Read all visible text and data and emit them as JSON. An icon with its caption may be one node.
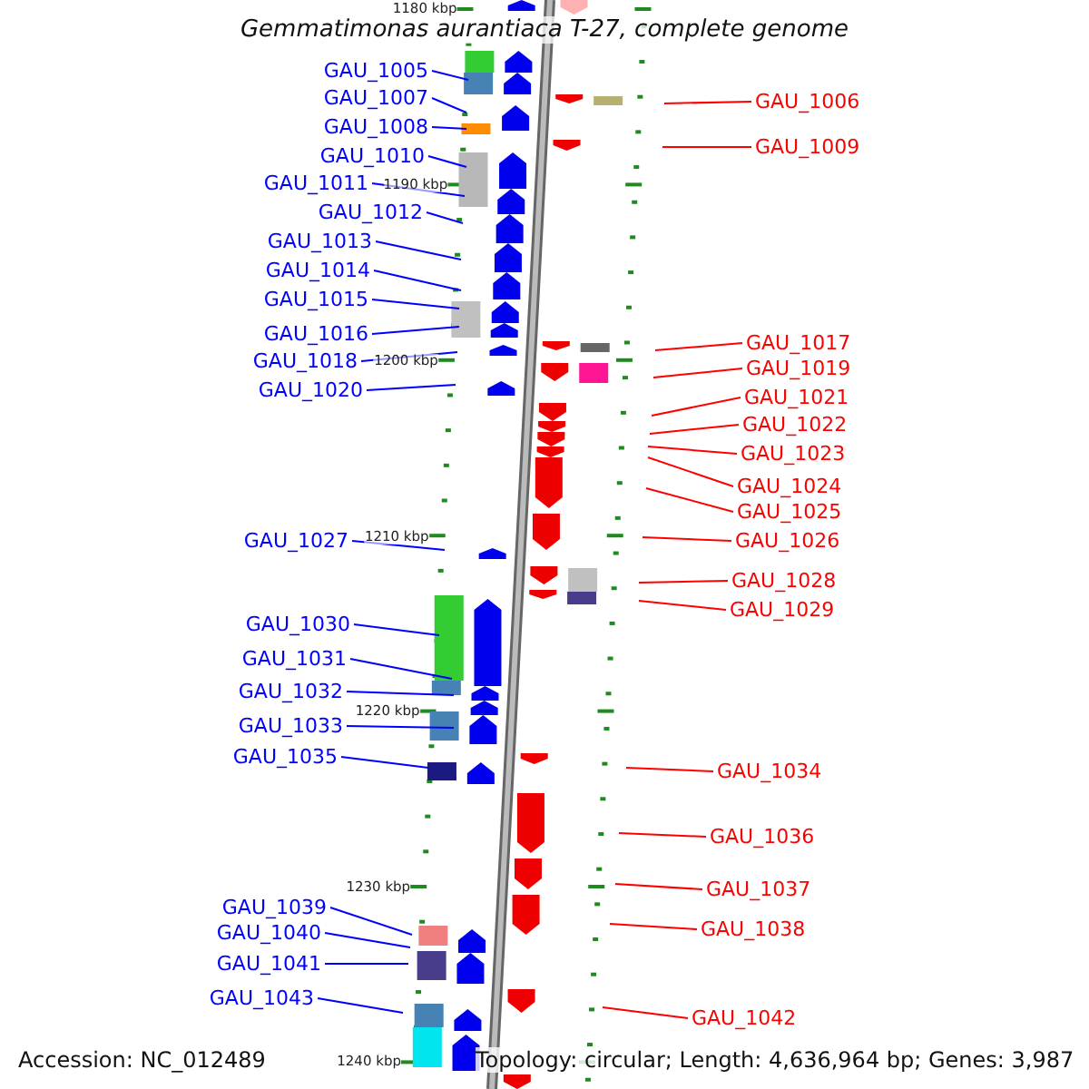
{
  "diagram": {
    "title": "Gemmatimonas aurantiaca T-27, complete genome",
    "nodes": [
      {
        "text": [
          "GAU_1005"
        ]
      },
      {
        "text": [
          "GAU_1007"
        ]
      },
      {
        "text": [
          "GAU_1006"
        ]
      },
      {
        "text": [
          "GAU_1008"
        ]
      },
      {
        "text": [
          "GAU_1009"
        ]
      },
      {
        "text": [
          "GAU_1010"
        ]
      },
      {
        "text": [
          "GAU_1011"
        ]
      },
      {
        "text": [
          "GAU_1012"
        ]
      },
      {
        "text": [
          "GAU_1013"
        ]
      },
      {
        "text": [
          "GAU_1014"
        ]
      },
      {
        "text": [
          "GAU_1015"
        ]
      },
      {
        "text": [
          "GAU_1016"
        ]
      },
      {
        "text": [
          "GAU_1017"
        ]
      },
      {
        "text": [
          "GAU_1018"
        ]
      },
      {
        "text": [
          "GAU_1019"
        ]
      },
      {
        "text": [
          "GAU_1020"
        ]
      },
      {
        "text": [
          "GAU_1021"
        ]
      },
      {
        "text": [
          "GAU_1022"
        ]
      },
      {
        "text": [
          "GAU_1023"
        ]
      },
      {
        "text": [
          "GAU_1024"
        ]
      },
      {
        "text": [
          "GAU_1025"
        ]
      },
      {
        "text": [
          "GAU_1027"
        ]
      },
      {
        "text": [
          "GAU_1026"
        ]
      },
      {
        "text": [
          "GAU_1028"
        ]
      },
      {
        "text": [
          "GAU_1029"
        ]
      },
      {
        "text": [
          "GAU_1030"
        ]
      },
      {
        "text": [
          "GAU_1031"
        ]
      },
      {
        "text": [
          "GAU_1032"
        ]
      },
      {
        "text": [
          "GAU_1033"
        ]
      },
      {
        "text": [
          "GAU_1035"
        ]
      },
      {
        "text": [
          "GAU_1034"
        ]
      },
      {
        "text": [
          "GAU_1036"
        ]
      },
      {
        "text": [
          "GAU_1037"
        ]
      },
      {
        "text": [
          "GAU_1039"
        ]
      },
      {
        "text": [
          "GAU_1038"
        ]
      },
      {
        "text": [
          "GAU_1040"
        ]
      },
      {
        "text": [
          "GAU_1041"
        ]
      },
      {
        "text": [
          "GAU_1043"
        ]
      },
      {
        "text": [
          "GAU_1042"
        ]
      }
    ],
    "edges": [
      {
        "from": 0,
        "to": null,
        "arrow": "none"
      },
      {
        "from": 1,
        "to": null,
        "arrow": "none"
      },
      {
        "from": 2,
        "to": null,
        "arrow": "none",
        "color": "#ff0000"
      },
      {
        "from": 3,
        "to": null,
        "arrow": "none"
      },
      {
        "from": 4,
        "to": null,
        "arrow": "none",
        "color": "#ff0000"
      },
      {
        "from": 5,
        "to": null,
        "arrow": "none"
      },
      {
        "from": 6,
        "to": null,
        "arrow": "none"
      },
      {
        "from": 7,
        "to": null,
        "arrow": "none"
      },
      {
        "from": 8,
        "to": null,
        "arrow": "none"
      },
      {
        "from": 9,
        "to": null,
        "arrow": "none"
      },
      {
        "from": 10,
        "to": null,
        "arrow": "none"
      },
      {
        "from": 11,
        "to": null,
        "arrow": "none"
      },
      {
        "from": 12,
        "to": null,
        "arrow": "none",
        "color": "#ff0000"
      },
      {
        "from": 13,
        "to": null,
        "arrow": "none"
      },
      {
        "from": 14,
        "to": null,
        "arrow": "none",
        "color": "#ff0000"
      },
      {
        "from": 15,
        "to": null,
        "arrow": "none"
      },
      {
        "from": 16,
        "to": null,
        "arrow": "none",
        "color": "#ff0000"
      },
      {
        "from": 17,
        "to": null,
        "arrow": "none",
        "color": "#ff0000"
      },
      {
        "from": 18,
        "to": null,
        "arrow": "none",
        "color": "#ff0000"
      },
      {
        "from": 19,
        "to": null,
        "arrow": "none",
        "color": "#ff0000"
      },
      {
        "from": 20,
        "to": null,
        "arrow": "none",
        "color": "#ff0000"
      },
      {
        "from": 21,
        "to": null,
        "arrow": "none"
      },
      {
        "from": 22,
        "to": null,
        "arrow": "none",
        "color": "#ff0000"
      },
      {
        "from": 23,
        "to": null,
        "arrow": "none",
        "color": "#ff0000"
      },
      {
        "from": 24,
        "to": null,
        "arrow": "none",
        "color": "#ff0000"
      },
      {
        "from": 25,
        "to": null,
        "arrow": "none"
      },
      {
        "from": 26,
        "to": null,
        "arrow": "none"
      },
      {
        "from": 27,
        "to": null,
        "arrow": "none"
      },
      {
        "from": 28,
        "to": null,
        "arrow": "none"
      },
      {
        "from": 29,
        "to": null,
        "arrow": "none"
      },
      {
        "from": 30,
        "to": null,
        "arrow": "none",
        "color": "#ff0000"
      },
      {
        "from": 31,
        "to": null,
        "arrow": "none",
        "color": "#ff0000"
      },
      {
        "from": 32,
        "to": null,
        "arrow": "none",
        "color": "#ff0000"
      },
      {
        "from": 33,
        "to": null,
        "arrow": "none"
      },
      {
        "from": 34,
        "to": null,
        "arrow": "none",
        "color": "#ff0000"
      },
      {
        "from": 35,
        "to": null,
        "arrow": "none"
      },
      {
        "from": 36,
        "to": null,
        "arrow": "none"
      },
      {
        "from": 37,
        "to": null,
        "arrow": "none"
      },
      {
        "from": 38,
        "to": null,
        "arrow": "none",
        "color": "#ff0000"
      }
    ],
    "labels": [
      "1180 kbp",
      "1190 kbp",
      "1200 kbp",
      "1210 kbp",
      "1220 kbp",
      "1230 kbp",
      "1240 kbp",
      "Accession: NC_012489",
      "Topology: circular; Length: 4,636,964 bp; Genes: 3,987"
    ]
  }
}
